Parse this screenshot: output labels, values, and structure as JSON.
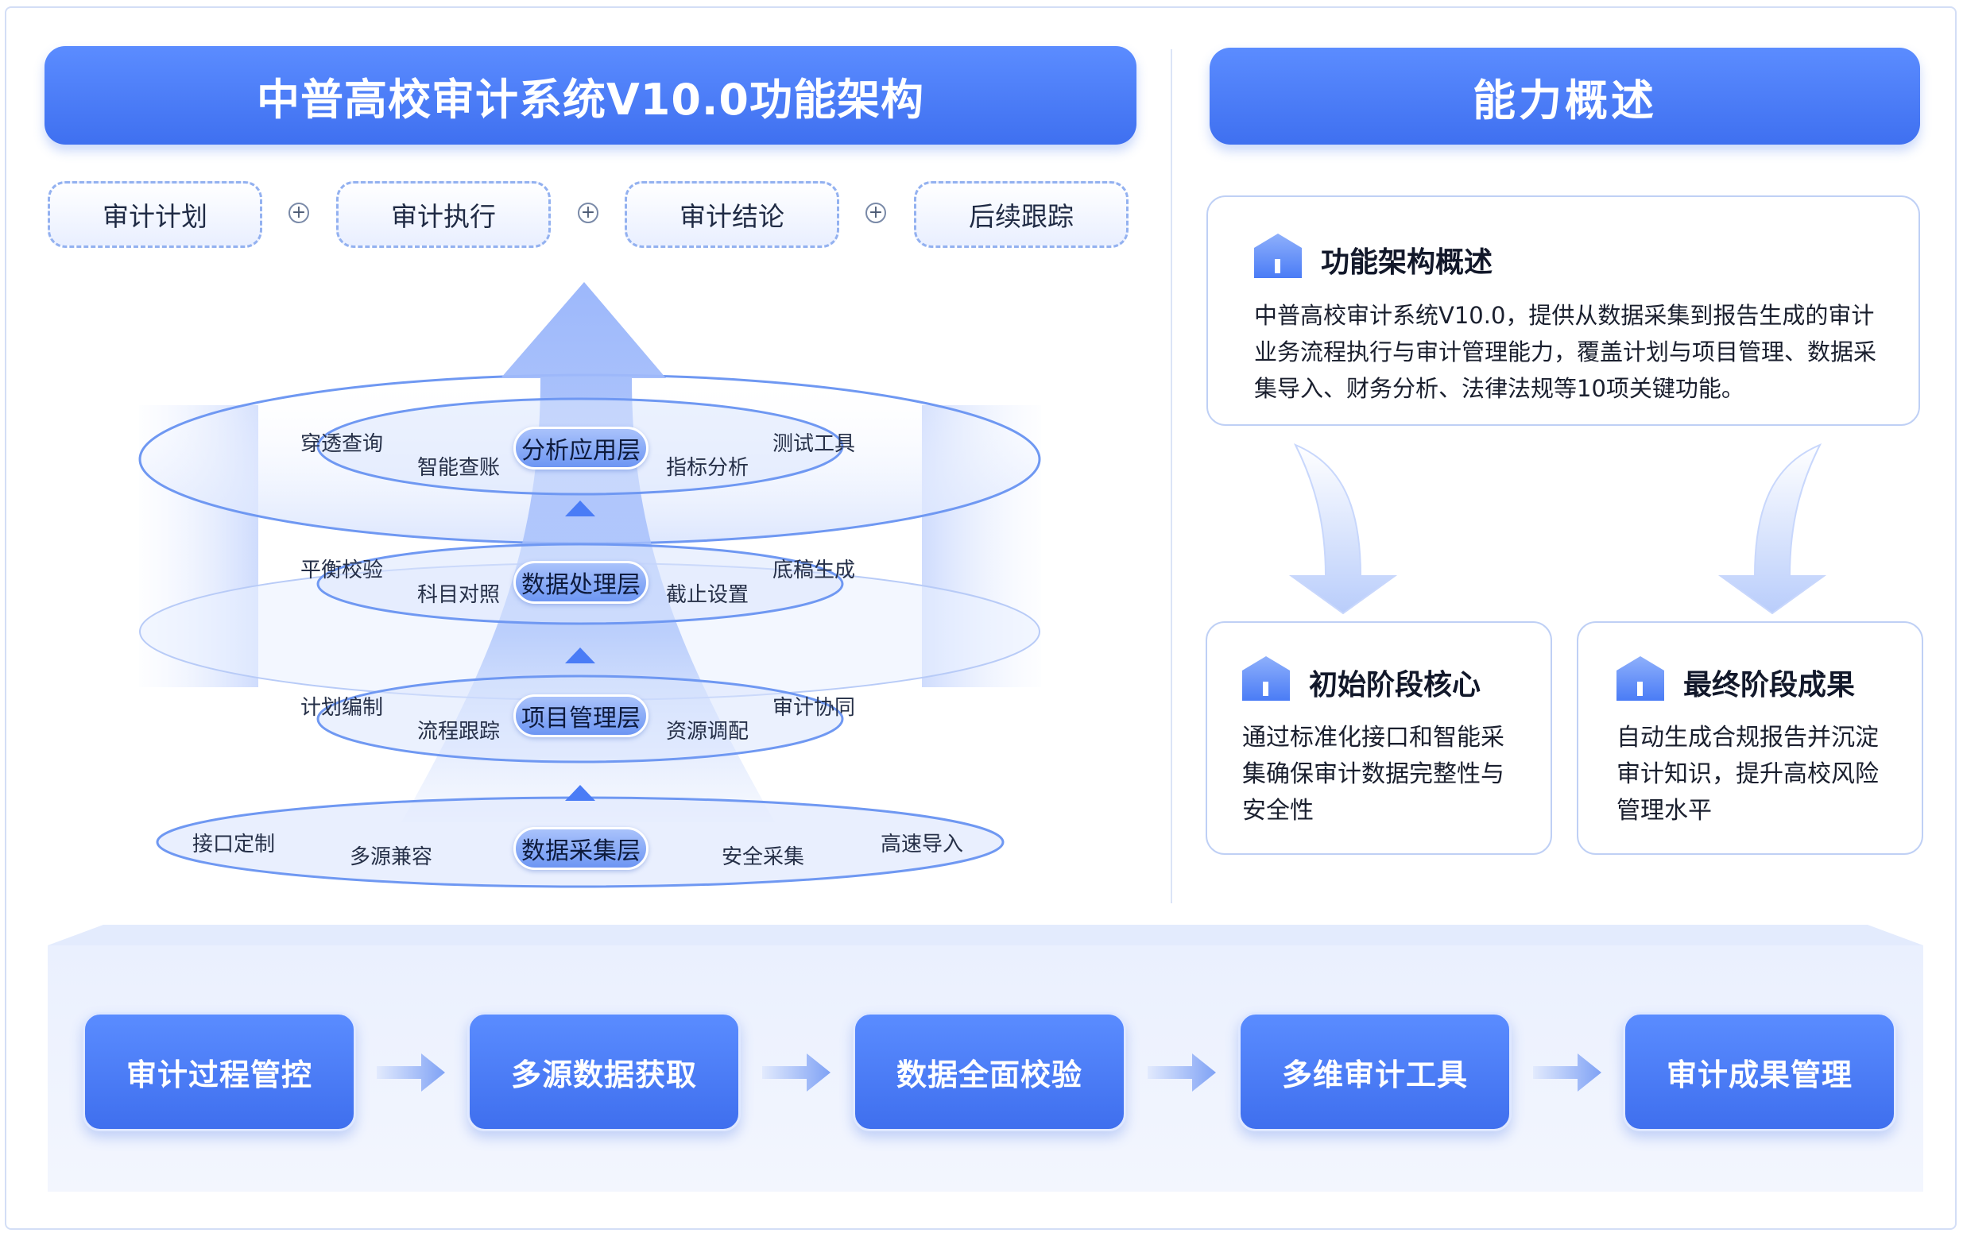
{
  "architecture": {
    "title": "中普高校审计系统V10.0功能架构",
    "phases": [
      "审计计划",
      "审计执行",
      "审计结论",
      "后续跟踪"
    ],
    "phase_connector": "+",
    "layers": [
      {
        "name": "分析应用层",
        "features": [
          "穿透查询",
          "智能查账",
          "指标分析",
          "测试工具"
        ]
      },
      {
        "name": "数据处理层",
        "features": [
          "平衡校验",
          "科目对照",
          "截止设置",
          "底稿生成"
        ]
      },
      {
        "name": "项目管理层",
        "features": [
          "计划编制",
          "流程跟踪",
          "资源调配",
          "审计协同"
        ]
      },
      {
        "name": "数据采集层",
        "features": [
          "接口定制",
          "多源兼容",
          "安全采集",
          "高速导入"
        ]
      }
    ]
  },
  "overview": {
    "title": "能力概述",
    "main_card": {
      "icon": "house-icon",
      "heading": "功能架构概述",
      "lines": [
        "中普高校审计系统V10.0，提供从数据采集到报告生成的审计",
        "业务流程执行与审计管理能力，覆盖计划与项目管理、数据采",
        "集导入、财务分析、法律法规等10项关键功能。"
      ]
    },
    "cards": [
      {
        "icon": "house-icon",
        "heading": "初始阶段核心",
        "lines": [
          "通过标准化接口和智能采",
          "集确保审计数据完整性与",
          "安全性"
        ]
      },
      {
        "icon": "house-icon",
        "heading": "最终阶段成果",
        "lines": [
          "自动生成合规报告并沉淀",
          "审计知识，提升高校风险",
          "管理水平"
        ]
      }
    ]
  },
  "workflow": {
    "steps": [
      "审计过程管控",
      "多源数据获取",
      "数据全面校验",
      "多维审计工具",
      "审计成果管理"
    ]
  },
  "colors": {
    "primary": "#4a7cf6",
    "primary_dark": "#3f6fee",
    "border_light": "#bfd0f5",
    "text_dark": "#1f2a44"
  }
}
